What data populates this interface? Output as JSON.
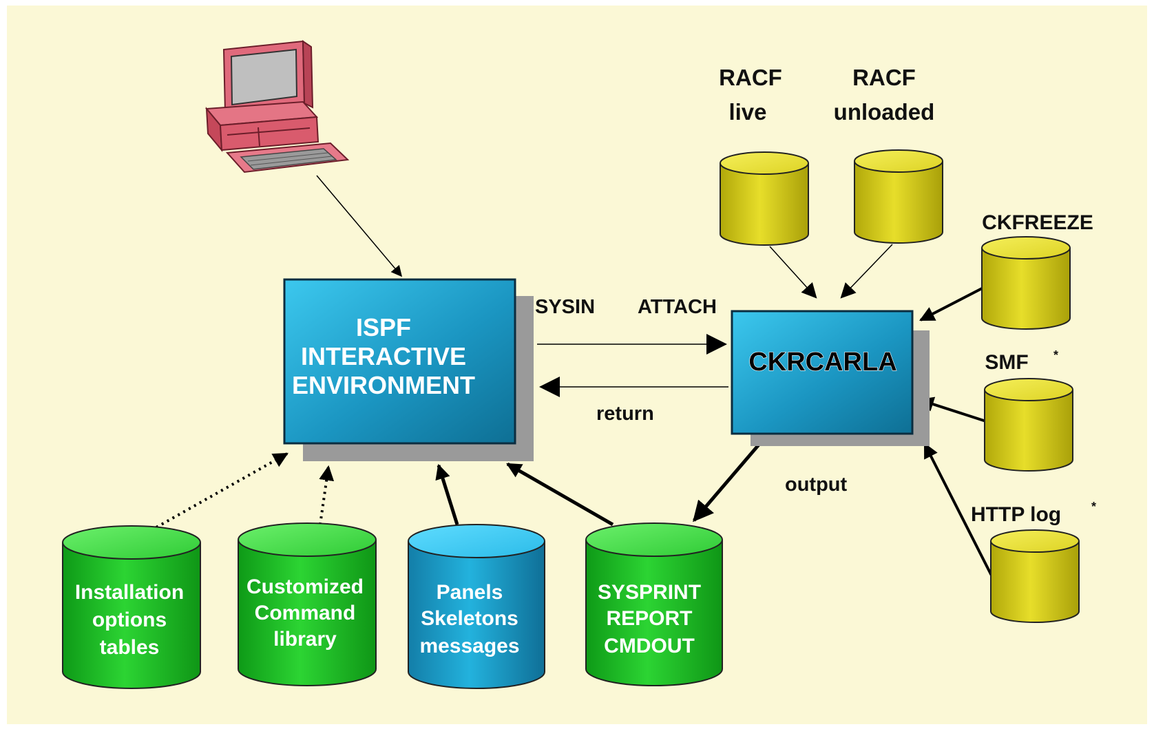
{
  "colors": {
    "background": "#fbf8d6",
    "box_blue": "#1b96c2",
    "green": "#22c32a",
    "yellow": "#d2c815",
    "cyan": "#23b2dd"
  },
  "icons": {
    "terminal": "computer-terminal-icon"
  },
  "racf_live": {
    "line1": "RACF",
    "line2": "live"
  },
  "racf_unloaded": {
    "line1": "RACF",
    "line2": "unloaded"
  },
  "ckfreeze": {
    "label": "CKFREEZE"
  },
  "smf": {
    "label": "SMF",
    "mark": "*"
  },
  "http_log": {
    "label": "HTTP log",
    "mark": "*"
  },
  "ispf_box": {
    "line1": "ISPF",
    "line2": "INTERACTIVE",
    "line3": "ENVIRONMENT"
  },
  "ckrcarla_box": {
    "label": "CKRCARLA"
  },
  "arrows": {
    "sysin": "SYSIN",
    "attach": "ATTACH",
    "return": "return",
    "output": "output"
  },
  "datasets": {
    "installation": {
      "line1": "Installation",
      "line2": "options",
      "line3": "tables"
    },
    "customized": {
      "line1": "Customized",
      "line2": "Command",
      "line3": "library"
    },
    "panels": {
      "line1": "Panels",
      "line2": "Skeletons",
      "line3": "messages"
    },
    "sysprint": {
      "line1": "SYSPRINT",
      "line2": "REPORT",
      "line3": "CMDOUT"
    }
  }
}
